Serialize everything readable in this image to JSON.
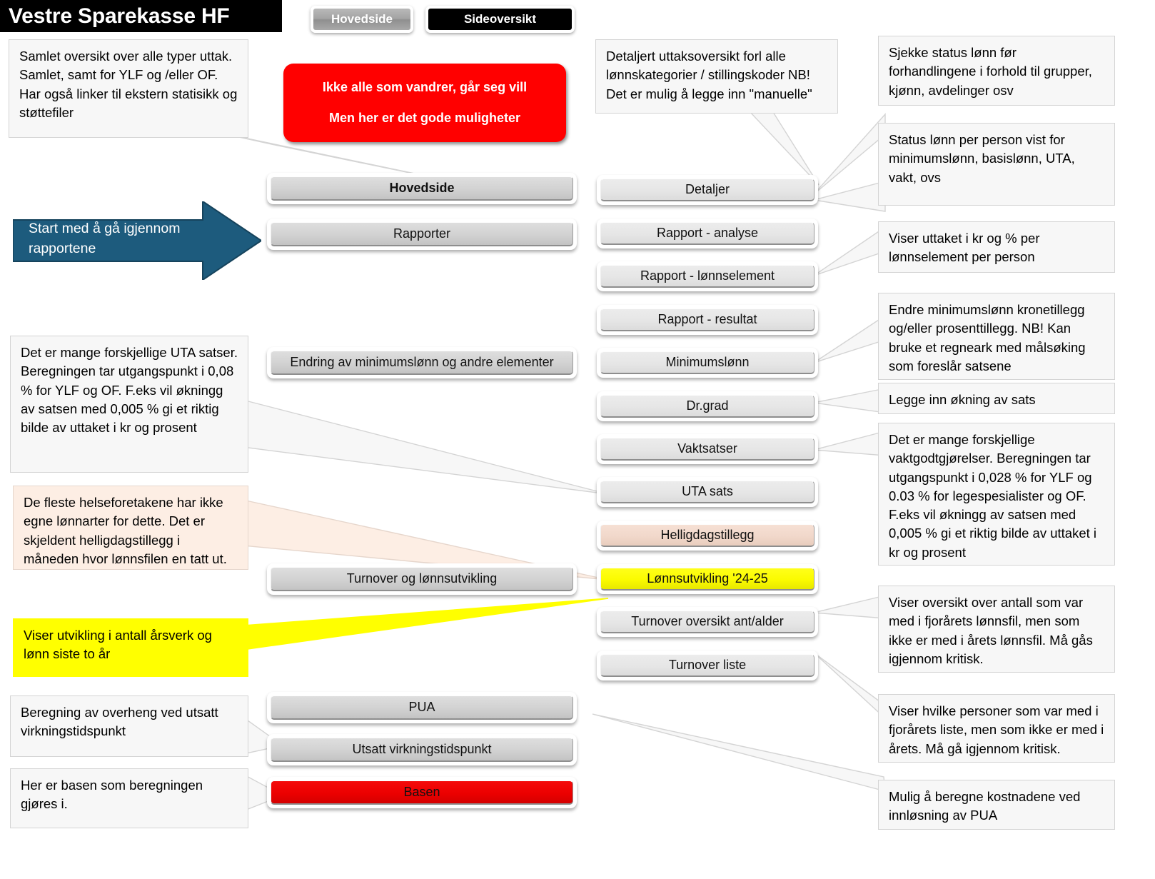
{
  "header": {
    "title": "Vestre Sparekasse HF",
    "nav": [
      {
        "name": "hovedside",
        "label": "Hovedside"
      },
      {
        "name": "sideoversikt",
        "label": "Sideoversikt"
      }
    ]
  },
  "banner": {
    "line1": "Ikke alle som vandrer, går seg vill",
    "line2": "Men her er det gode muligheter",
    "color": "#ff0000"
  },
  "arrow": {
    "text": "Start med å gå igjennom rapportene",
    "color": "#1d5b7d"
  },
  "callouts": {
    "top_left": "Samlet oversikt over alle typer uttak. Samlet, samt for YLF og /eller OF. Har også linker til ekstern statisikk og støttefiler",
    "top_mid": "Detaljert uttaksoversikt forl alle lønnskategorier / stillingskoder  NB! Det er mulig å legge inn \"manuelle\"",
    "uta_satser": "Det er mange forskjellige UTA satser.  Beregningen tar utgangspunkt i 0,08 % for YLF og OF. F.eks vil økningg av satsen med 0,005 % gi et riktig bilde av uttaket i kr og prosent",
    "helligdag": "De fleste helseforetakene har ikke egne lønnarter for dette.  Det  er skjeldent helligdagstillegg i måneden hvor lønnsfilen en tatt ut.",
    "arsverk": "Viser utvikling i antall årsverk og lønn siste to år",
    "overheng": "Beregning av overheng ved utsatt virkningstidspunkt",
    "basen": "Her er basen som beregningen gjøres i.",
    "status_lonn_for": "Sjekke status lønn før forhandlingene i forhold til grupper, kjønn, avdelinger osv",
    "status_lonn_person": "Status lønn per person vist for minimumslønn, basislønn, UTA, vakt, ovs",
    "viser_uttaket": "Viser uttaket i kr og % per lønnselement per person",
    "endre_minimumslonn": "Endre minimumslønn kronetillegg og/eller prosenttillegg.  NB! Kan bruke et regneark med målsøking som foreslår satsene",
    "legge_inn_okning": "Legge inn økning av sats",
    "vaktgodt": "Det er mange forskjellige vaktgodtgjørelser.  Beregningen tar utgangspunkt i 0,028 % for YLF og 0.03 %  for legespesialister og OF. F.eks vil økningg av satsen med 0,005 % gi et riktig bilde av uttaket i kr og prosent",
    "turnover_antall": "Viser oversikt over antall som var med i fjorårets lønnsfil, men som ikke er med i årets lønnsfil.  Må gås igjennom kritisk.",
    "turnover_personer": "Viser hvilke personer som var med i fjorårets liste, men som ikke er med i årets.  Må gå igjennom kritisk.",
    "pua": "Mulig å beregne kostnadene ved innløsning av PUA"
  },
  "mid_buttons": [
    {
      "name": "hovedside",
      "label": "Hovedside"
    },
    {
      "name": "rapporter",
      "label": "Rapporter"
    },
    {
      "name": "endring-minimumslonn",
      "label": "Endring av  minimumslønn og andre elementer"
    },
    {
      "name": "turnover-lonnsutvikling",
      "label": "Turnover og lønnsutvikling"
    },
    {
      "name": "pua",
      "label": "PUA"
    },
    {
      "name": "utsatt-virkningstidspunkt",
      "label": "Utsatt virkningstidspunkt"
    },
    {
      "name": "basen",
      "label": "Basen"
    }
  ],
  "right_buttons": [
    {
      "name": "detaljer",
      "label": "Detaljer"
    },
    {
      "name": "rapport-analyse",
      "label": "Rapport - analyse"
    },
    {
      "name": "rapport-lonnselement",
      "label": "Rapport - lønnselement"
    },
    {
      "name": "rapport-resultat",
      "label": "Rapport - resultat"
    },
    {
      "name": "minimumslonn",
      "label": "Minimumslønn"
    },
    {
      "name": "drgrad",
      "label": "Dr.grad"
    },
    {
      "name": "vaktsatser",
      "label": "Vaktsatser"
    },
    {
      "name": "uta-sats",
      "label": "UTA sats"
    },
    {
      "name": "helligdagstillegg",
      "label": "Helligdagstillegg"
    },
    {
      "name": "lonnsutvikling",
      "label": "Lønnsutvikling '24-25"
    },
    {
      "name": "turnover-oversikt",
      "label": "Turnover oversikt ant/alder"
    },
    {
      "name": "turnover-liste",
      "label": "Turnover liste"
    }
  ]
}
